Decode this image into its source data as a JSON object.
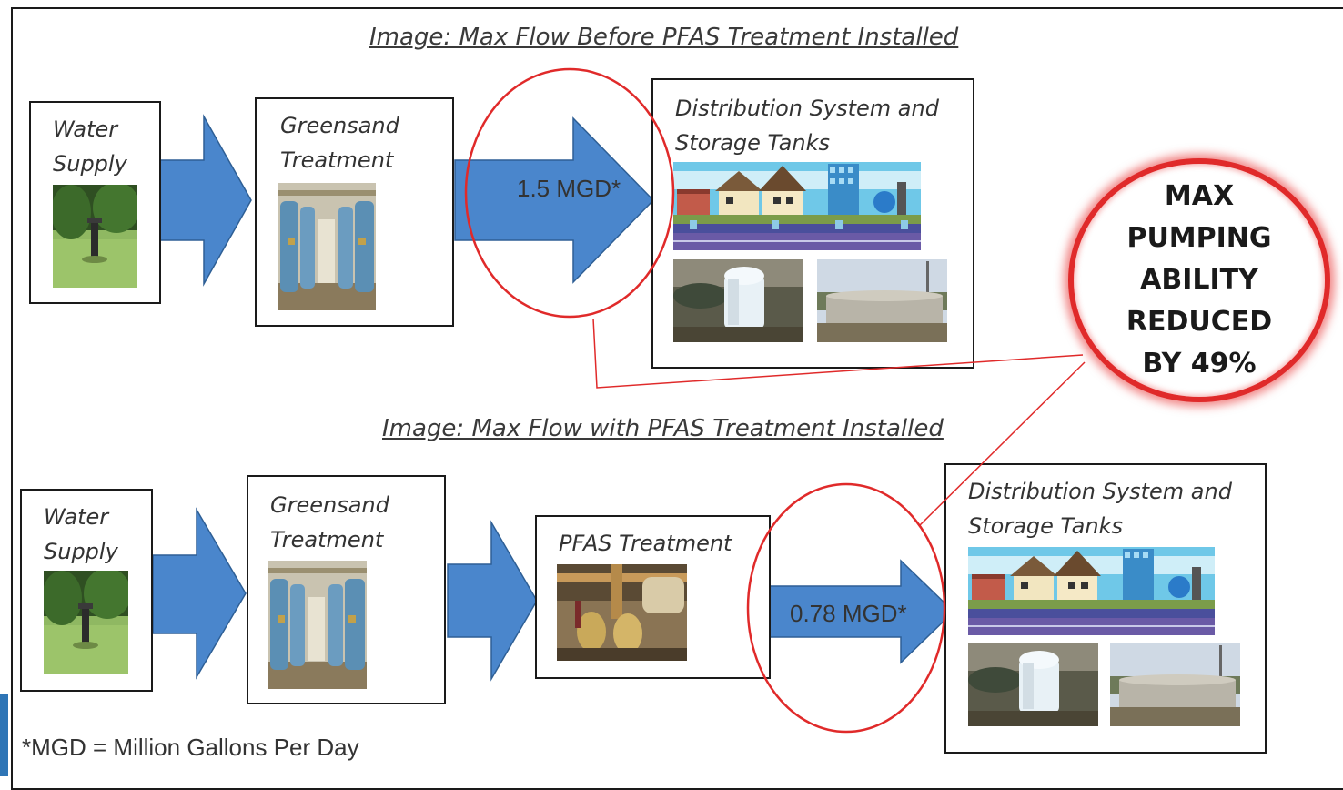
{
  "top": {
    "title": "Image: Max Flow Before PFAS Treatment Installed",
    "water_supply": "Water\nSupply",
    "greensand": "Greensand\nTreatment",
    "flow": "1.5 MGD*",
    "distribution": "Distribution System and\nStorage Tanks"
  },
  "bottom": {
    "title": "Image: Max Flow with PFAS Treatment Installed",
    "water_supply": "Water\nSupply",
    "greensand": "Greensand\nTreatment",
    "pfas": "PFAS Treatment",
    "flow": "0.78 MGD*",
    "distribution": "Distribution System and\nStorage Tanks"
  },
  "callout": "MAX\nPUMPING\nABILITY\nREDUCED\nBY 49%",
  "footnote": "*MGD = Million Gallons Per Day",
  "colors": {
    "arrow": "#4a86cc",
    "arrow_stroke": "#2e5f95",
    "highlight": "#e02a2a"
  }
}
